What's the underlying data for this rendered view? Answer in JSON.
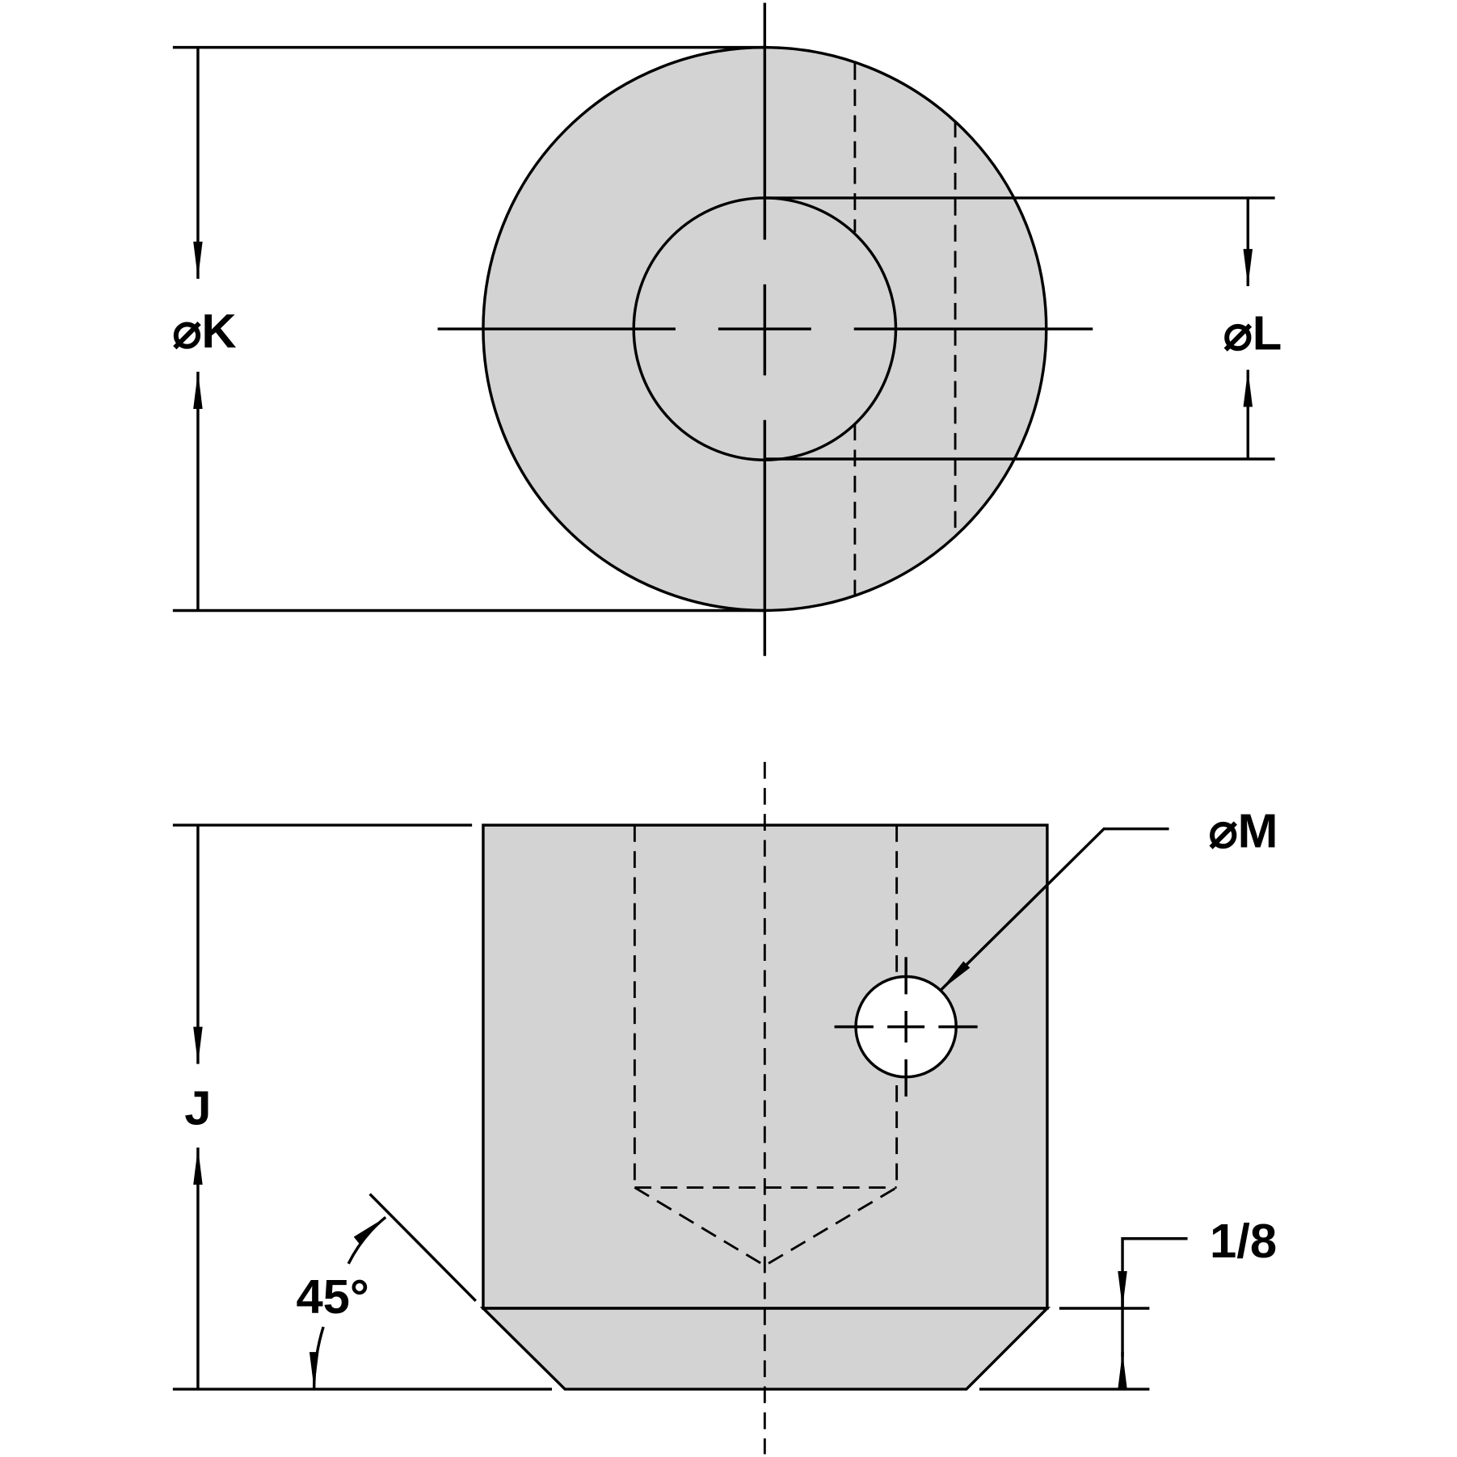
{
  "labels": {
    "dim_k": "⌀K",
    "dim_l": "⌀L",
    "dim_m": "⌀M",
    "dim_j": "J",
    "chamfer_height": "1/8",
    "chamfer_angle": "45°"
  },
  "colors": {
    "part_fill": "#d3d3d3",
    "line": "#000000"
  }
}
